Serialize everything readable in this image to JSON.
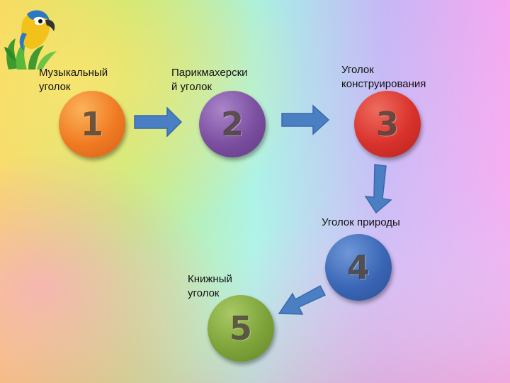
{
  "nodes": [
    {
      "number": "1",
      "label": "Музыкальный уголок",
      "color": "#f07a22"
    },
    {
      "number": "2",
      "label": "Парикмахерский уголок",
      "color": "#7b4ea0"
    },
    {
      "number": "3",
      "label": "Уголок конструирования",
      "color": "#d9312c"
    },
    {
      "number": "4",
      "label": "Уголок природы",
      "color": "#3a66b5"
    },
    {
      "number": "5",
      "label": "Книжный уголок",
      "color": "#7ea33a"
    }
  ],
  "labels": {
    "l1a": "Музыкальный",
    "l1b": "уголок",
    "l2a": "Парикмахерски",
    "l2b": "й уголок",
    "l3a": "Уголок",
    "l3b": "конструирования",
    "l4": "Уголок природы",
    "l5a": "Книжный",
    "l5b": "уголок"
  },
  "arrow_color": "#4a7fc4",
  "logo_icon": "parrot-icon"
}
